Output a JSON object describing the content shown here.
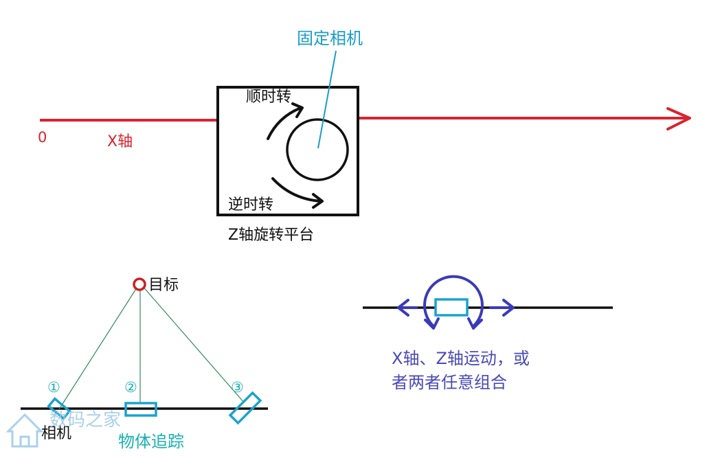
{
  "colors": {
    "x_axis": "#d9232f",
    "platform": "#111111",
    "camera_line": "#1a9cc9",
    "camera_label": "#1a9cc9",
    "target": "#cc2020",
    "sight_lines": "#2e8b57",
    "camera_box": "#1aa3cf",
    "number_label": "#1ab0b0",
    "motion_arrow": "#3a3ab8",
    "motion_text": "#4a4ab8",
    "watermark": "#9cc8e8"
  },
  "top": {
    "fixed_camera_label": "固定相机",
    "clockwise_label": "顺时转",
    "counterclockwise_label": "逆时转",
    "origin_label": "0",
    "x_axis_label": "X轴",
    "platform_label": "Z轴旋转平台"
  },
  "tracking": {
    "target_label": "目标",
    "positions": [
      "①",
      "②",
      "③"
    ],
    "camera_label": "相机",
    "object_tracking_label": "物体追踪"
  },
  "motion": {
    "line1": "X轴、Z轴运动，或",
    "line2": "者两者任意组合"
  },
  "watermark": {
    "brand_text": "数码之家"
  }
}
